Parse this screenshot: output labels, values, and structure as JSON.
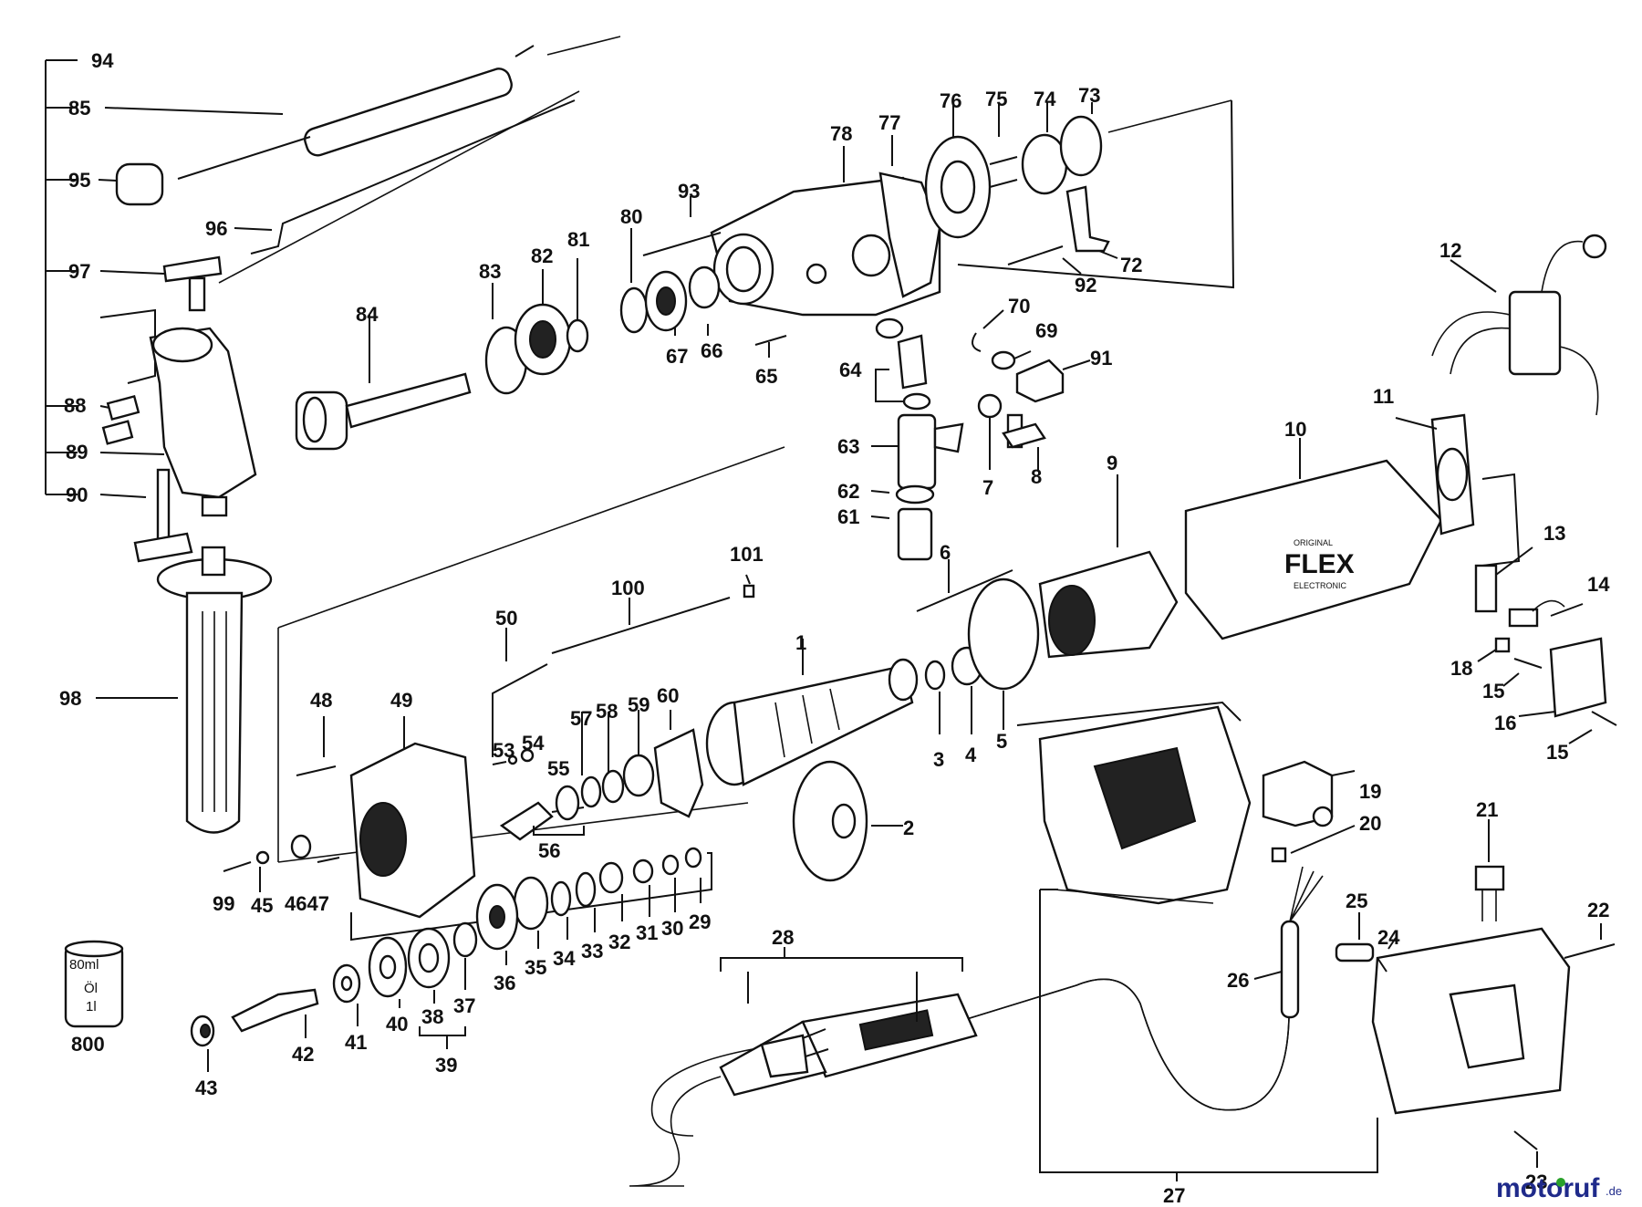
{
  "labels": {
    "l1": "1",
    "l2": "2",
    "l3": "3",
    "l4": "4",
    "l5": "5",
    "l6": "6",
    "l7": "7",
    "l8": "8",
    "l9": "9",
    "l10": "10",
    "l11": "11",
    "l12": "12",
    "l13": "13",
    "l14": "14",
    "l15a": "15",
    "l15b": "15",
    "l16": "16",
    "l18": "18",
    "l19": "19",
    "l20": "20",
    "l21": "21",
    "l22": "22",
    "l23": "23",
    "l24": "24",
    "l25": "25",
    "l26": "26",
    "l27": "27",
    "l28": "28",
    "l29": "29",
    "l30": "30",
    "l31": "31",
    "l32": "32",
    "l33": "33",
    "l34": "34",
    "l35": "35",
    "l36": "36",
    "l37": "37",
    "l38": "38",
    "l39": "39",
    "l40": "40",
    "l41": "41",
    "l42": "42",
    "l43": "43",
    "l45": "45",
    "l4647": "4647",
    "l48": "48",
    "l49": "49",
    "l50": "50",
    "l53": "53",
    "l54": "54",
    "l55": "55",
    "l56": "56",
    "l57": "57",
    "l58": "58",
    "l59": "59",
    "l60": "60",
    "l61": "61",
    "l62": "62",
    "l63": "63",
    "l64": "64",
    "l65": "65",
    "l66": "66",
    "l67": "67",
    "l69": "69",
    "l70": "70",
    "l72": "72",
    "l73": "73",
    "l74": "74",
    "l75": "75",
    "l76": "76",
    "l77": "77",
    "l78": "78",
    "l80": "80",
    "l81": "81",
    "l82": "82",
    "l83": "83",
    "l84": "84",
    "l85": "85",
    "l88": "88",
    "l89": "89",
    "l90": "90",
    "l91": "91",
    "l92": "92",
    "l93": "93",
    "l94": "94",
    "l95": "95",
    "l96": "96",
    "l97": "97",
    "l98": "98",
    "l99": "99",
    "l100": "100",
    "l101": "101",
    "l800": "800"
  },
  "oil_can": {
    "volume": "80ml",
    "line1": "Öl",
    "line2": "1l"
  },
  "housing_logo": {
    "small_top": "ORIGINAL",
    "brand": "FLEX",
    "small_bottom": "ELECTRONIC"
  },
  "watermark": {
    "name": "motoruf",
    "tld": ".de"
  },
  "colors": {
    "ink": "#111111",
    "watermark_blue": "#1f2a8a",
    "watermark_green": "#2aa12a"
  }
}
